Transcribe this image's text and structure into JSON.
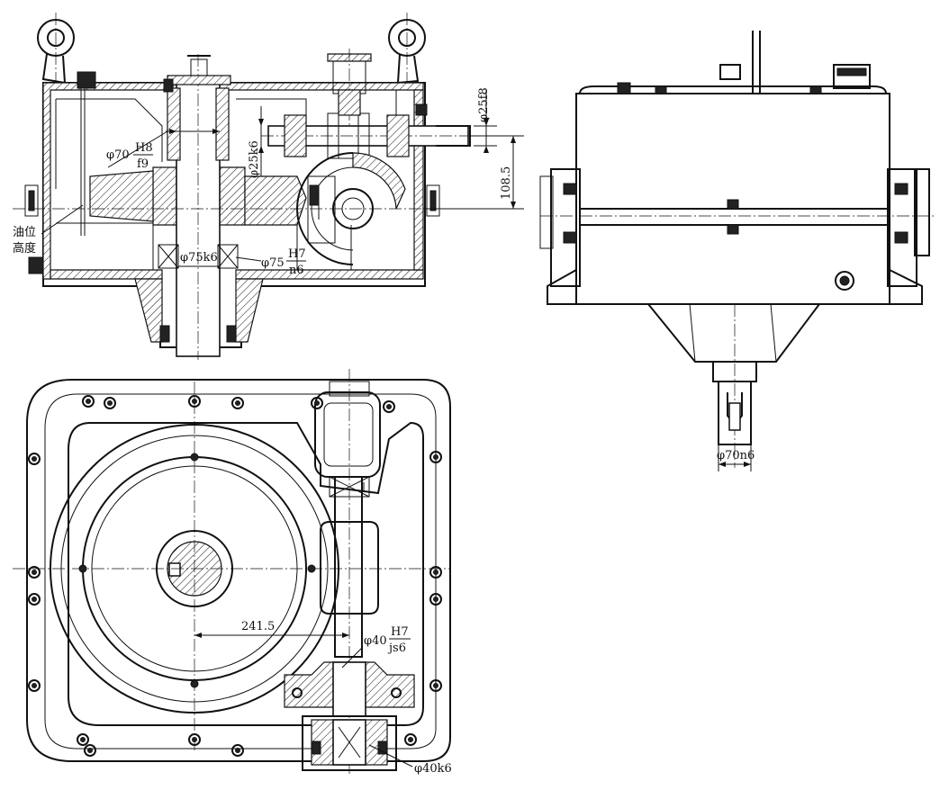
{
  "labels": {
    "phi70_prefix": "φ70",
    "phi70_num": "H8",
    "phi70_den": "f9",
    "phi25f8": "φ25f8",
    "phi25k6": "φ25k6",
    "dim_108_5": "108.5",
    "oil_level_1": "油位",
    "oil_level_2": "高度",
    "phi75k6": "φ75k6",
    "phi75_prefix": "φ75",
    "phi75_num": "H7",
    "phi75_den": "n6",
    "phi70n6": "φ70n6",
    "dim_241_5": "241.5",
    "phi40_prefix": "φ40",
    "phi40_num": "H7",
    "phi40_den": "js6",
    "phi40k6": "φ40k6"
  }
}
